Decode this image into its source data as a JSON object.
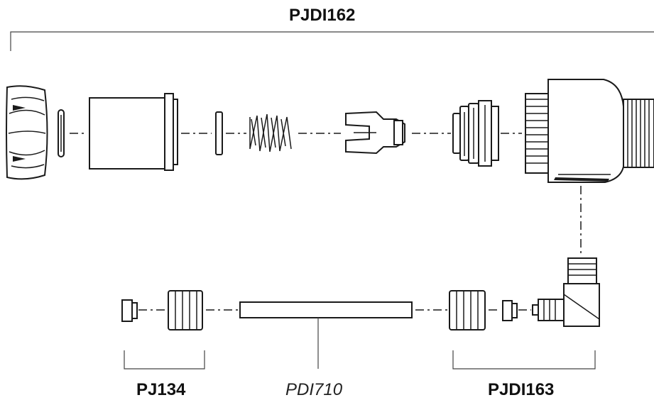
{
  "labels": {
    "assembly": "PJDI162",
    "kit_left": "PJ134",
    "tube": "PDI710",
    "kit_right": "PJDI163"
  }
}
